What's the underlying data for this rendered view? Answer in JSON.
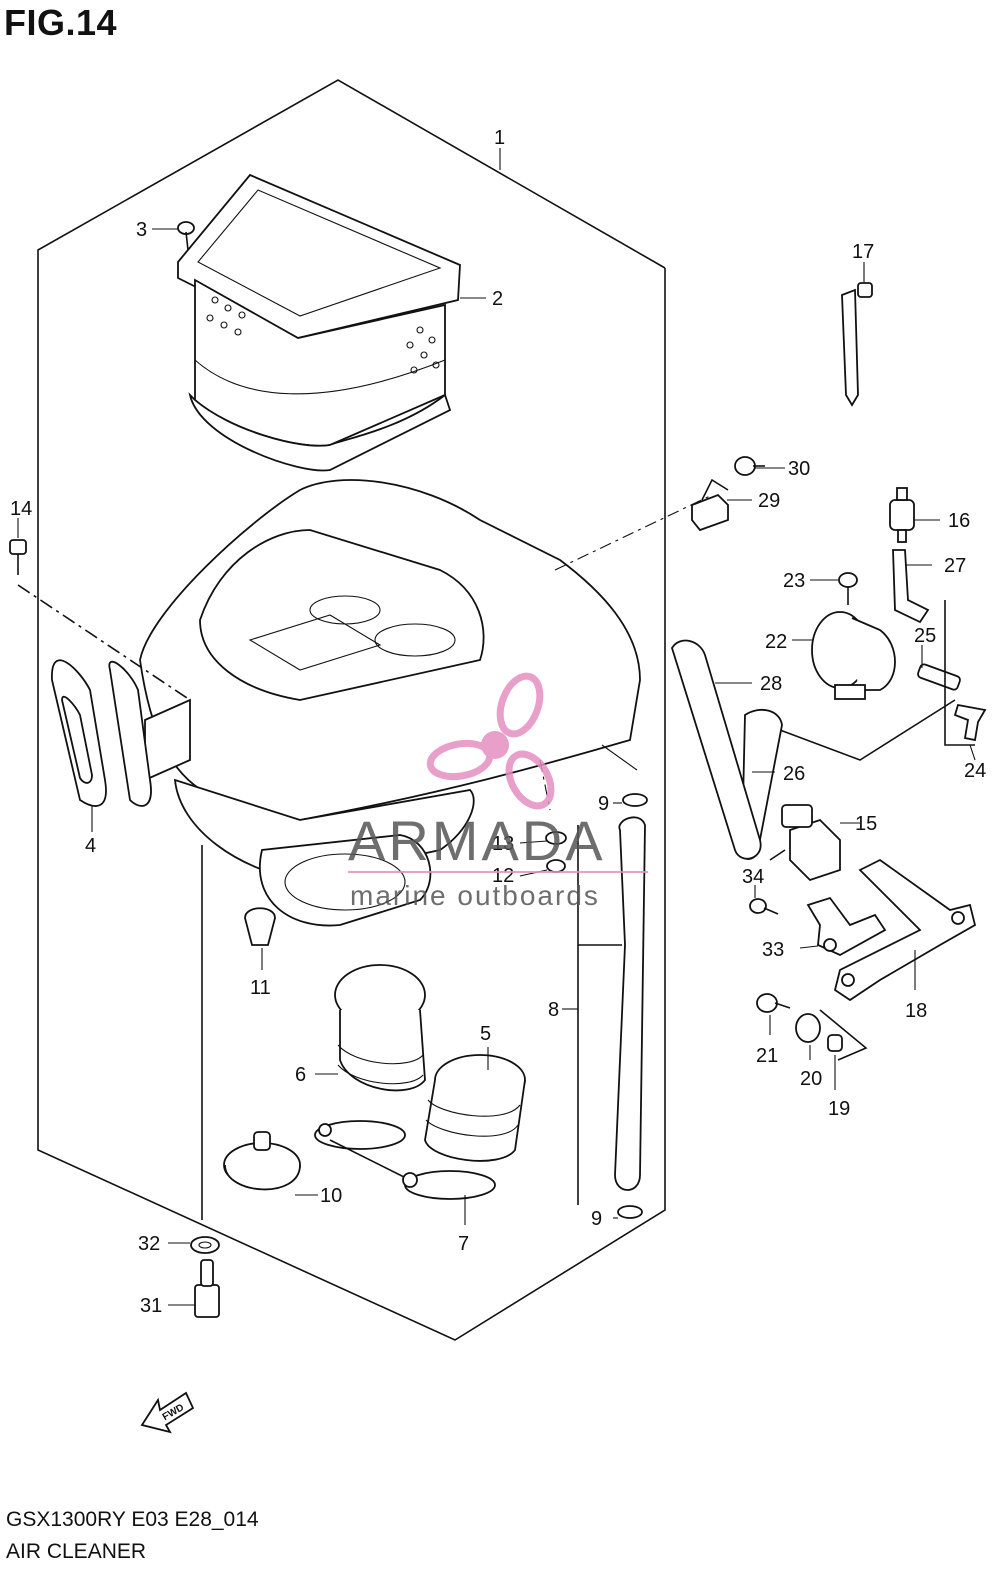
{
  "figure": {
    "title": "FIG.14",
    "model_code": "GSX1300RY E03 E28_014",
    "caption": "AIR CLEANER"
  },
  "watermark": {
    "brand": "ARMADA",
    "tagline": "marine outboards",
    "accent_color": "#e58fc0"
  },
  "fwd_label": "FWD",
  "callouts": [
    "1",
    "2",
    "3",
    "4",
    "5",
    "6",
    "7",
    "8",
    "9",
    "9",
    "10",
    "11",
    "12",
    "13",
    "14",
    "15",
    "16",
    "17",
    "18",
    "19",
    "20",
    "21",
    "22",
    "23",
    "24",
    "25",
    "26",
    "27",
    "28",
    "29",
    "30",
    "31",
    "32",
    "33",
    "34"
  ]
}
